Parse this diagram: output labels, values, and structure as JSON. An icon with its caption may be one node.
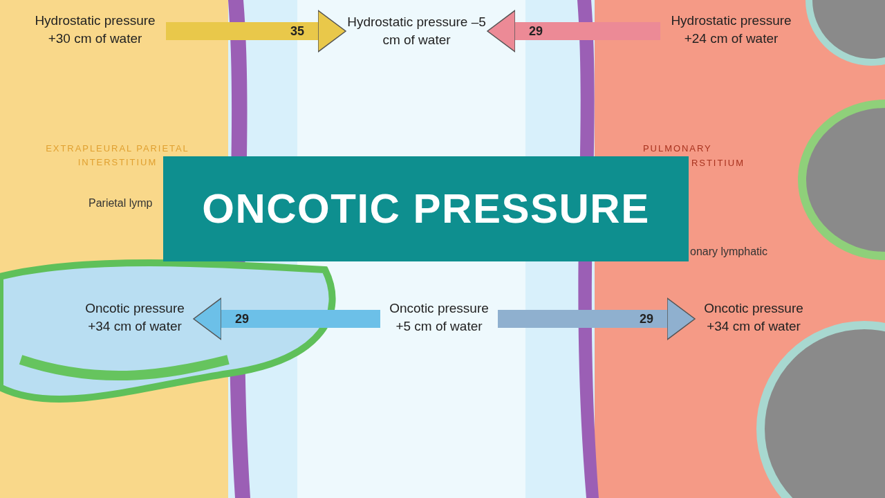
{
  "diagram": {
    "title": "ONCOTIC PRESSURE",
    "nodes": [
      {
        "text": [
          "Hydrostatic pressure +30 cm of water"
        ]
      },
      {
        "text": [
          "Hydrostatic pressure –5 cm of water"
        ]
      },
      {
        "text": [
          "Hydrostatic pressure +24 cm of water"
        ]
      },
      {
        "text": [
          "Oncotic pressure +34 cm of water"
        ]
      },
      {
        "text": [
          "Oncotic pressure +5 cm of water"
        ]
      },
      {
        "text": [
          "Oncotic pressure +34 cm of water"
        ]
      }
    ],
    "edges": [
      {
        "from": 0,
        "to": 1,
        "arrow": "to",
        "label": "35",
        "color": "#e9c84a"
      },
      {
        "from": 2,
        "to": 1,
        "arrow": "to",
        "label": "29",
        "color": "#ec8a96"
      },
      {
        "from": 4,
        "to": 3,
        "arrow": "to",
        "label": "29",
        "color": "#6cc0e8"
      },
      {
        "from": 4,
        "to": 5,
        "arrow": "to",
        "label": "29",
        "color": "#8fb0cf"
      }
    ],
    "labels": [
      "EXTRAPLEURAL PARIETAL INTERSTITIUM",
      "PULMONARY",
      "RSTITIUM",
      "Parietal lymp",
      "onary lymphatic"
    ]
  }
}
